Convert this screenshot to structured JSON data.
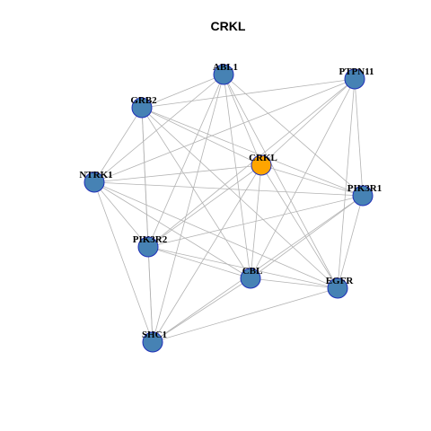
{
  "title": "CRKL",
  "colors": {
    "highlight": "#FFA500",
    "node": "#4682B4",
    "node_border": "#1F2FB8",
    "edge": "#B3B3B3"
  },
  "nodes": [
    {
      "id": "ABL1",
      "label": "ABL1",
      "highlight": false
    },
    {
      "id": "PTPN11",
      "label": "PTPN11",
      "highlight": false
    },
    {
      "id": "GRB2",
      "label": "GRB2",
      "highlight": false
    },
    {
      "id": "CRKL",
      "label": "CRKL",
      "highlight": true
    },
    {
      "id": "NTRK1",
      "label": "NTRK1",
      "highlight": false
    },
    {
      "id": "PIK3R1",
      "label": "PIK3R1",
      "highlight": false
    },
    {
      "id": "PIK3R2",
      "label": "PIK3R2",
      "highlight": false
    },
    {
      "id": "CBL",
      "label": "CBL",
      "highlight": false
    },
    {
      "id": "EGFR",
      "label": "EGFR",
      "highlight": false
    },
    {
      "id": "SHC1",
      "label": "SHC1",
      "highlight": false
    }
  ],
  "edges": [
    [
      "ABL1",
      "GRB2"
    ],
    [
      "ABL1",
      "CRKL"
    ],
    [
      "ABL1",
      "NTRK1"
    ],
    [
      "ABL1",
      "PIK3R1"
    ],
    [
      "ABL1",
      "PIK3R2"
    ],
    [
      "ABL1",
      "CBL"
    ],
    [
      "ABL1",
      "EGFR"
    ],
    [
      "ABL1",
      "SHC1"
    ],
    [
      "PTPN11",
      "GRB2"
    ],
    [
      "PTPN11",
      "CRKL"
    ],
    [
      "PTPN11",
      "PIK3R1"
    ],
    [
      "PTPN11",
      "PIK3R2"
    ],
    [
      "PTPN11",
      "CBL"
    ],
    [
      "PTPN11",
      "EGFR"
    ],
    [
      "PTPN11",
      "NTRK1"
    ],
    [
      "GRB2",
      "CRKL"
    ],
    [
      "GRB2",
      "NTRK1"
    ],
    [
      "GRB2",
      "PIK3R1"
    ],
    [
      "GRB2",
      "PIK3R2"
    ],
    [
      "GRB2",
      "CBL"
    ],
    [
      "GRB2",
      "EGFR"
    ],
    [
      "GRB2",
      "SHC1"
    ],
    [
      "CRKL",
      "NTRK1"
    ],
    [
      "CRKL",
      "PIK3R1"
    ],
    [
      "CRKL",
      "PIK3R2"
    ],
    [
      "CRKL",
      "CBL"
    ],
    [
      "CRKL",
      "EGFR"
    ],
    [
      "CRKL",
      "SHC1"
    ],
    [
      "NTRK1",
      "PIK3R1"
    ],
    [
      "NTRK1",
      "PIK3R2"
    ],
    [
      "NTRK1",
      "CBL"
    ],
    [
      "NTRK1",
      "SHC1"
    ],
    [
      "NTRK1",
      "EGFR"
    ],
    [
      "PIK3R1",
      "PIK3R2"
    ],
    [
      "PIK3R1",
      "CBL"
    ],
    [
      "PIK3R1",
      "EGFR"
    ],
    [
      "PIK3R1",
      "SHC1"
    ],
    [
      "PIK3R2",
      "CBL"
    ],
    [
      "PIK3R2",
      "EGFR"
    ],
    [
      "PIK3R2",
      "SHC1"
    ],
    [
      "CBL",
      "EGFR"
    ],
    [
      "CBL",
      "SHC1"
    ],
    [
      "EGFR",
      "SHC1"
    ]
  ]
}
